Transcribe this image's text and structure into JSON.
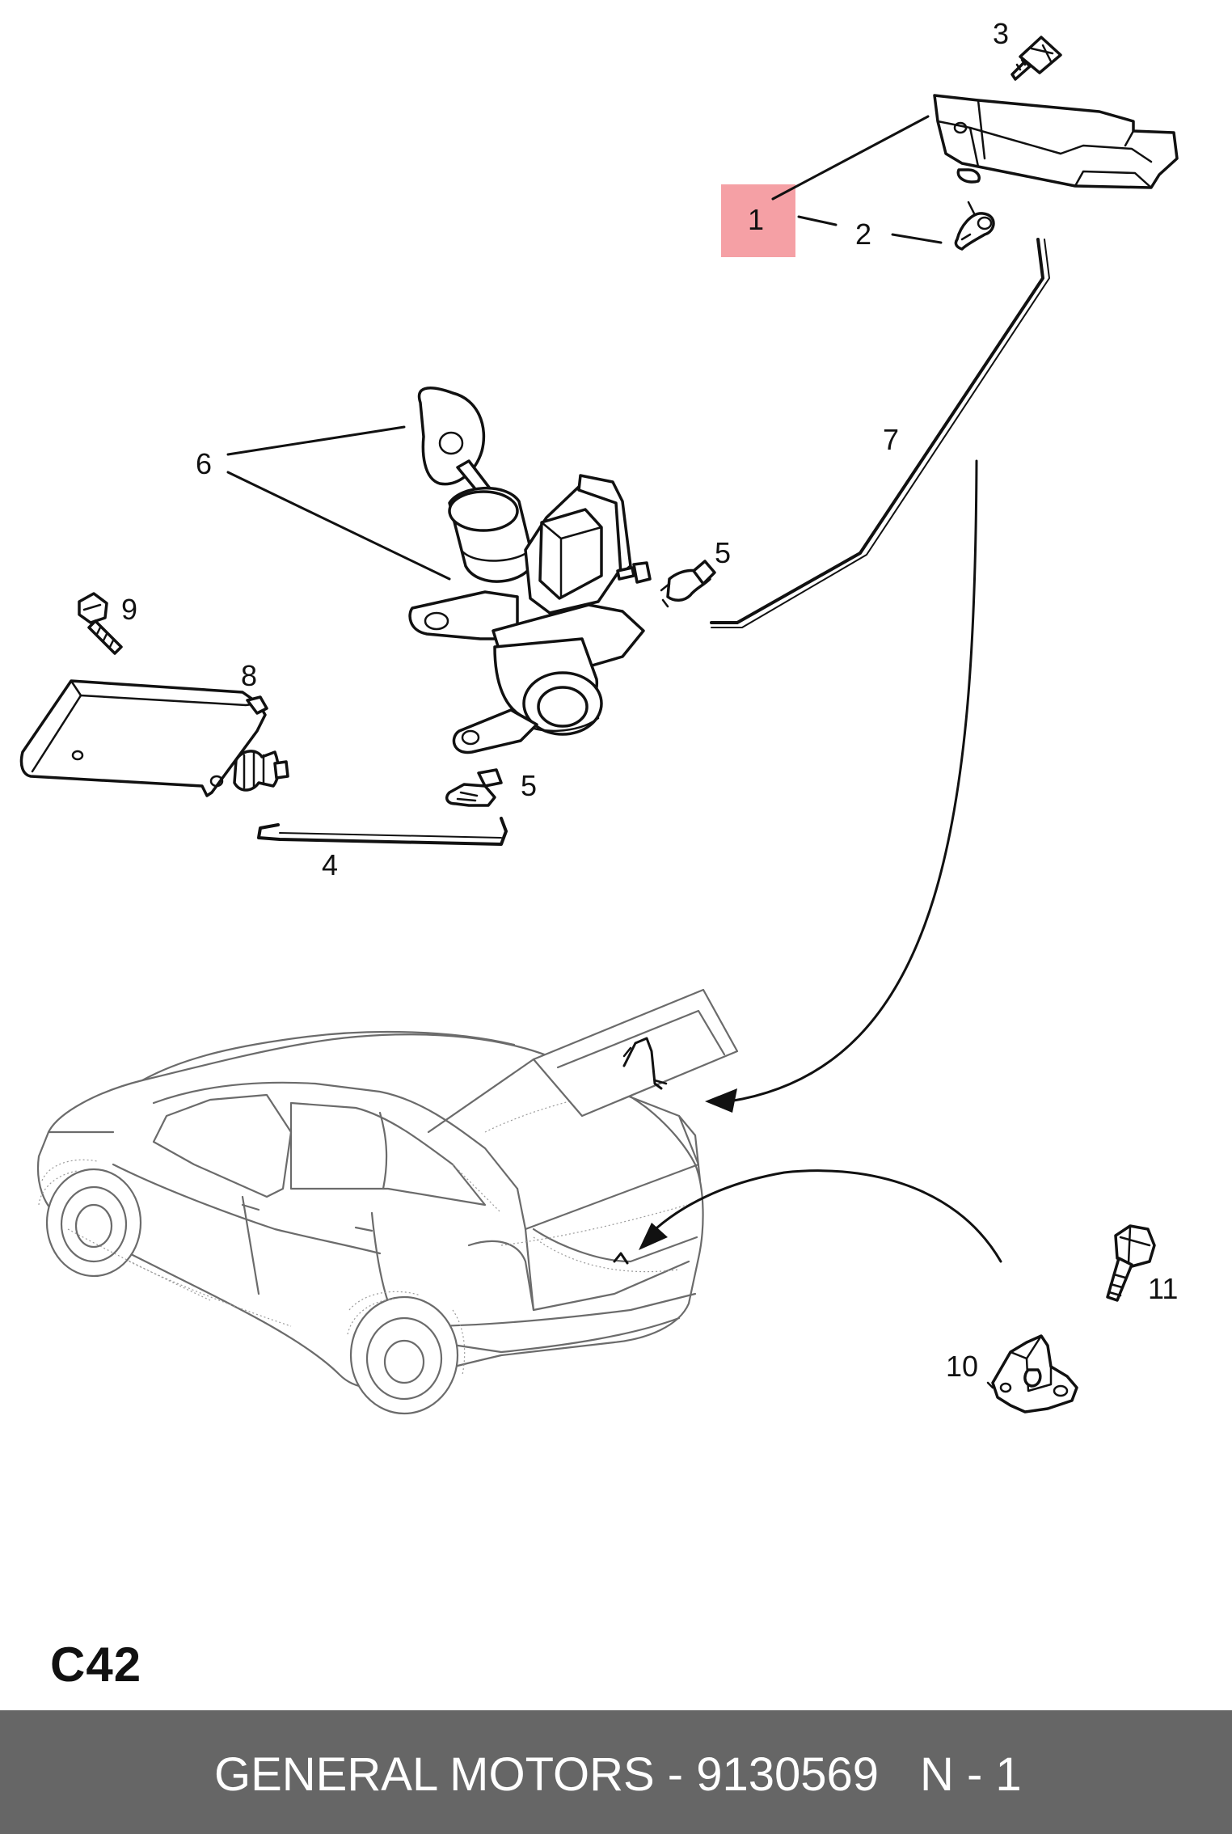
{
  "diagram": {
    "code": "C42",
    "highlight_color": "#f5a0a5",
    "callouts": {
      "c1": "1",
      "c2": "2",
      "c3": "3",
      "c4": "4",
      "c5a": "5",
      "c5b": "5",
      "c6": "6",
      "c7": "7",
      "c8": "8",
      "c9": "9",
      "c10": "10",
      "c11": "11"
    }
  },
  "footer": {
    "text": "GENERAL MOTORS - 9130569",
    "quantity": "N - 1",
    "background": "#666666"
  }
}
